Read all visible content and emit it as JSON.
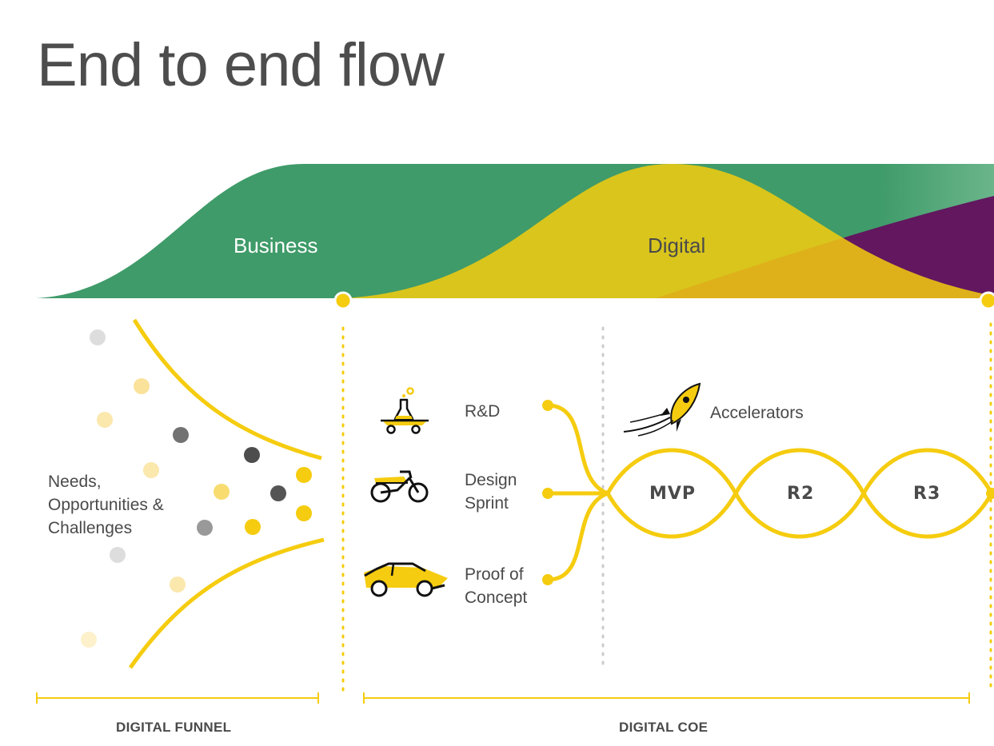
{
  "title": "End to end flow",
  "bands": {
    "business": "Business",
    "digital": "Digital"
  },
  "funnel": {
    "label": "Needs,\nOpportunities &\nChallenges",
    "section": "DIGITAL FUNNEL"
  },
  "coe": {
    "section": "DIGITAL COE",
    "inputs": [
      {
        "label": "R&D",
        "icon": "skateboard-lab-icon"
      },
      {
        "label": "Design\nSprint",
        "icon": "motorcycle-icon"
      },
      {
        "label": "Proof of\nConcept",
        "icon": "car-icon"
      }
    ],
    "accelerators": {
      "label": "Accelerators",
      "icon": "rocket-icon"
    },
    "stages": [
      "MVP",
      "R2",
      "R3"
    ]
  },
  "colors": {
    "green": "#3f9b69",
    "yellow": "#f5cc0f",
    "purple": "#62175f",
    "orange": "#e6a830",
    "text": "#4a4a4a"
  }
}
